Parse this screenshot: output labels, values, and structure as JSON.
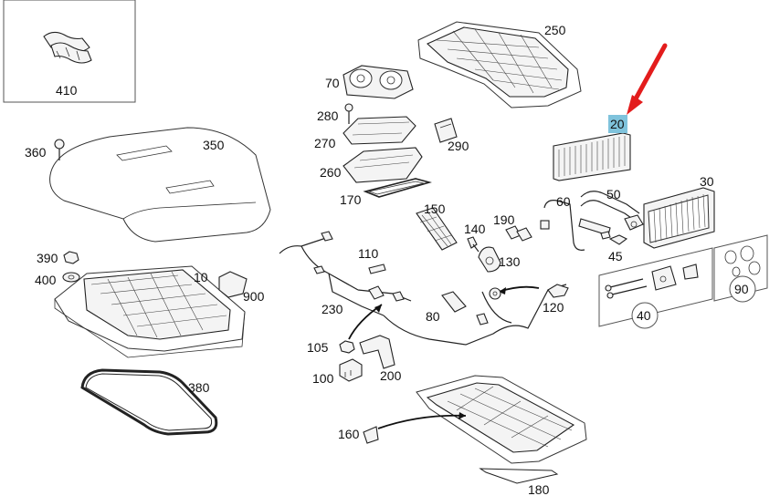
{
  "callouts": {
    "p10": "10",
    "p20": "20",
    "p30": "30",
    "p40": "40",
    "p45": "45",
    "p50": "50",
    "p60": "60",
    "p70": "70",
    "p80": "80",
    "p90": "90",
    "p100": "100",
    "p105": "105",
    "p110": "110",
    "p120": "120",
    "p130": "130",
    "p140": "140",
    "p150": "150",
    "p160": "160",
    "p170": "170",
    "p180": "180",
    "p190": "190",
    "p200": "200",
    "p230": "230",
    "p250": "250",
    "p260": "260",
    "p270": "270",
    "p280": "280",
    "p290": "290",
    "p350": "350",
    "p360": "360",
    "p380": "380",
    "p390": "390",
    "p400": "400",
    "p410": "410",
    "p900": "900"
  },
  "highlighted_part": "20",
  "colors": {
    "highlight": "#7fc3dc",
    "pointer_arrow": "#e31c1c",
    "line": "#222222"
  }
}
